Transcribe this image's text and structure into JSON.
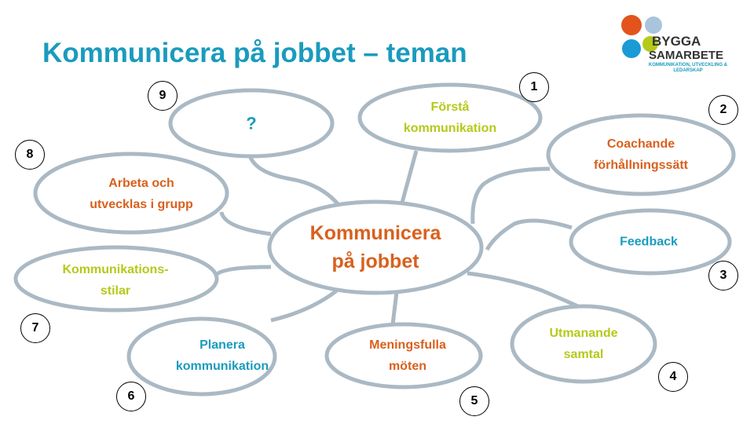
{
  "title": "Kommunicera på jobbet – teman",
  "logo": {
    "line1": "BYGGA",
    "line2": "SAMARBETE",
    "tagline": "KOMMUNIKATION, UTVECKLING & LEDARSKAP"
  },
  "center": {
    "line1": "Kommunicera",
    "line2": "på jobbet"
  },
  "topics": [
    {
      "number": "1",
      "line1": "Förstå",
      "line2": "kommunikation"
    },
    {
      "number": "2",
      "line1": "Coachande",
      "line2": "förhållningssätt"
    },
    {
      "number": "3",
      "line1": "Feedback",
      "line2": ""
    },
    {
      "number": "4",
      "line1": "Utmanande",
      "line2": "samtal"
    },
    {
      "number": "5",
      "line1": "Meningsfulla",
      "line2": "möten"
    },
    {
      "number": "6",
      "line1": "Planera",
      "line2": "kommunikation"
    },
    {
      "number": "7",
      "line1": "Kommunikations-",
      "line2": "stilar"
    },
    {
      "number": "8",
      "line1": "Arbeta och",
      "line2": "utvecklas i grupp"
    },
    {
      "number": "9",
      "line1": "?",
      "line2": ""
    }
  ],
  "colors": {
    "teal": "#1a9bbd",
    "orange": "#d9601d",
    "green": "#b5c91a",
    "outline": "#aab9c4"
  }
}
